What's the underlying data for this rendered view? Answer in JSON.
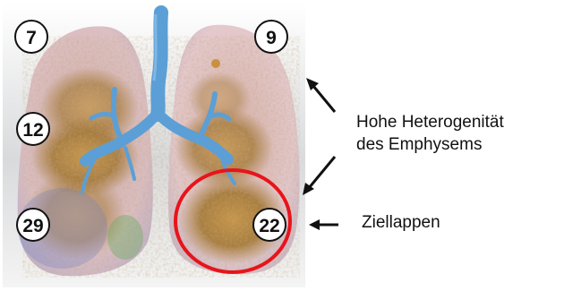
{
  "lobes": [
    {
      "id": "upper-left",
      "value": "7"
    },
    {
      "id": "upper-right",
      "value": "9"
    },
    {
      "id": "middle-left",
      "value": "12"
    },
    {
      "id": "lower-left",
      "value": "29"
    },
    {
      "id": "lower-right",
      "value": "22"
    }
  ],
  "annotations": {
    "heterogeneity_line1": "Hohe Heterogenität",
    "heterogeneity_line2": "des Emphysems",
    "target_label": "Ziellappen"
  },
  "colors": {
    "highlight_circle": "#e8141b",
    "airway": "#5b9fd6",
    "emphysema": "#b88a3e",
    "lung_tissue": "#e6c9d0"
  }
}
